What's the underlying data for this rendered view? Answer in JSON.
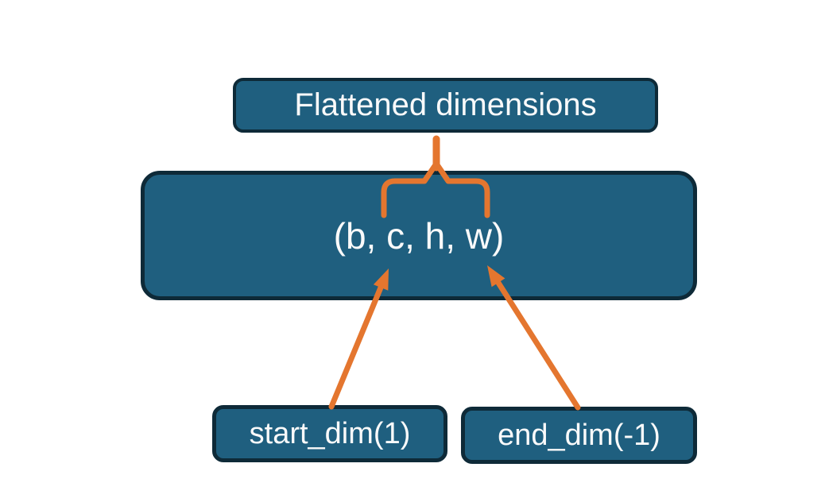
{
  "diagram": {
    "colors": {
      "background": "#ffffff",
      "node_fill": "#1f5f7f",
      "node_border": "#0e2a38",
      "connector_orange": "#e4762f",
      "label_text": "#fafafa"
    },
    "nodes": {
      "flattened": {
        "label": "Flattened dimensions"
      },
      "shape": {
        "label": "(b, c, h, w)"
      },
      "start_dim": {
        "label": "start_dim(1)"
      },
      "end_dim": {
        "label": "end_dim(-1)"
      }
    }
  }
}
